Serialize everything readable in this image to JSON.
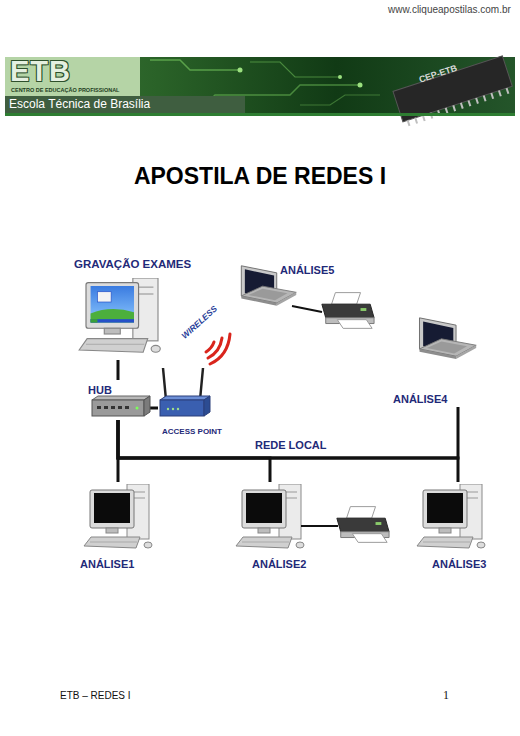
{
  "diagram": {
    "title": "APOSTILA DE REDES I",
    "nodes": [
      {
        "text": [
          "GRAVAÇÃO EXAMES"
        ]
      },
      {
        "text": [
          "ANÁLISE5"
        ]
      },
      {
        "text": [
          "HUB"
        ]
      },
      {
        "text": [
          "ACCESS POINT"
        ]
      },
      {
        "text": [
          "ANÁLISE4"
        ]
      },
      {
        "text": [
          "ANÁLISE1"
        ]
      },
      {
        "text": [
          "ANÁLISE2"
        ]
      },
      {
        "text": [
          "ANÁLISE3"
        ]
      }
    ],
    "edges": [
      {
        "from": 0,
        "to": 2,
        "arrow": "none"
      },
      {
        "from": 2,
        "to": 3,
        "arrow": "none"
      },
      {
        "from": 2,
        "to": 5,
        "arrow": "none"
      },
      {
        "from": 2,
        "to": 6,
        "arrow": "none"
      },
      {
        "from": 2,
        "to": 7,
        "arrow": "none"
      },
      {
        "from": 2,
        "to": 4,
        "arrow": "none"
      }
    ],
    "labels": [
      "www.cliqueapostilas.com.br",
      "ETB",
      "CENTRO DE EDUCAÇÃO PROFISSIONAL",
      "Escola Técnica de Brasília",
      "CEP-ETB",
      "WIRELESS",
      "REDE LOCAL",
      "ETB – REDES I",
      "1"
    ]
  }
}
